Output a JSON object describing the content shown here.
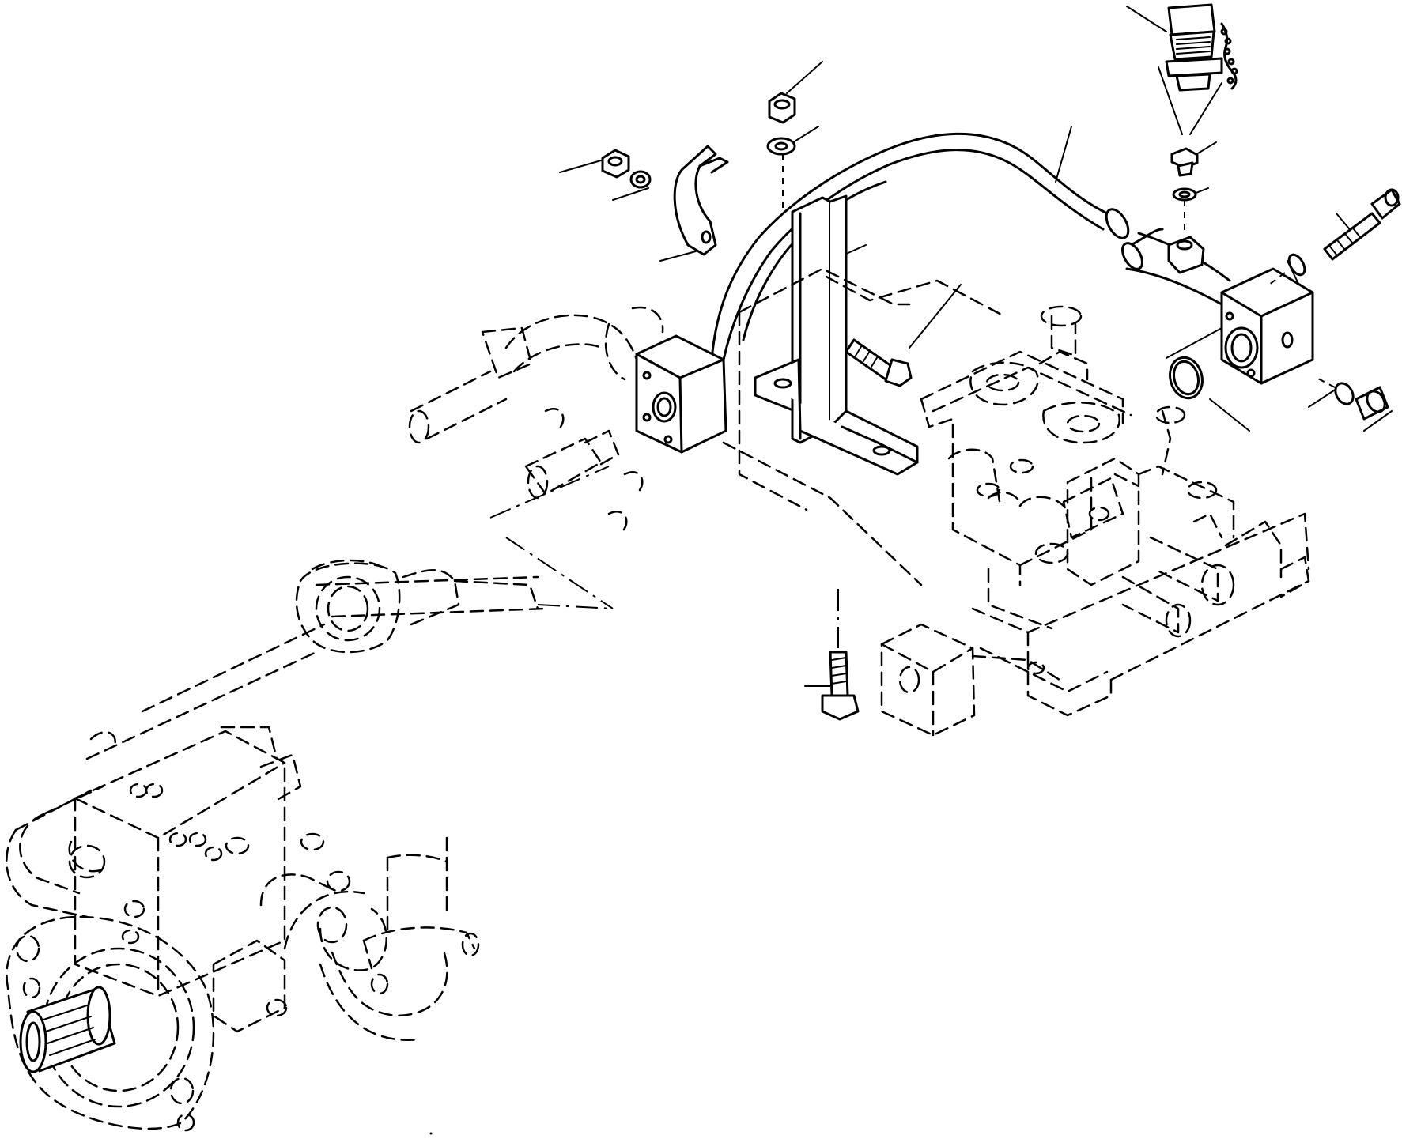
{
  "diagram": {
    "kind": "exploded parts illustration",
    "parts_shown": [
      "relief-valve-quick-coupler",
      "plug",
      "washer",
      "tube",
      "socket-head-bolt",
      "flange-block",
      "o-ring",
      "clamp",
      "bracket",
      "hex-nut",
      "flat-washer",
      "hex-bolt",
      "control-valve",
      "hydraulic-pump"
    ],
    "leader_lines_count": 20
  }
}
